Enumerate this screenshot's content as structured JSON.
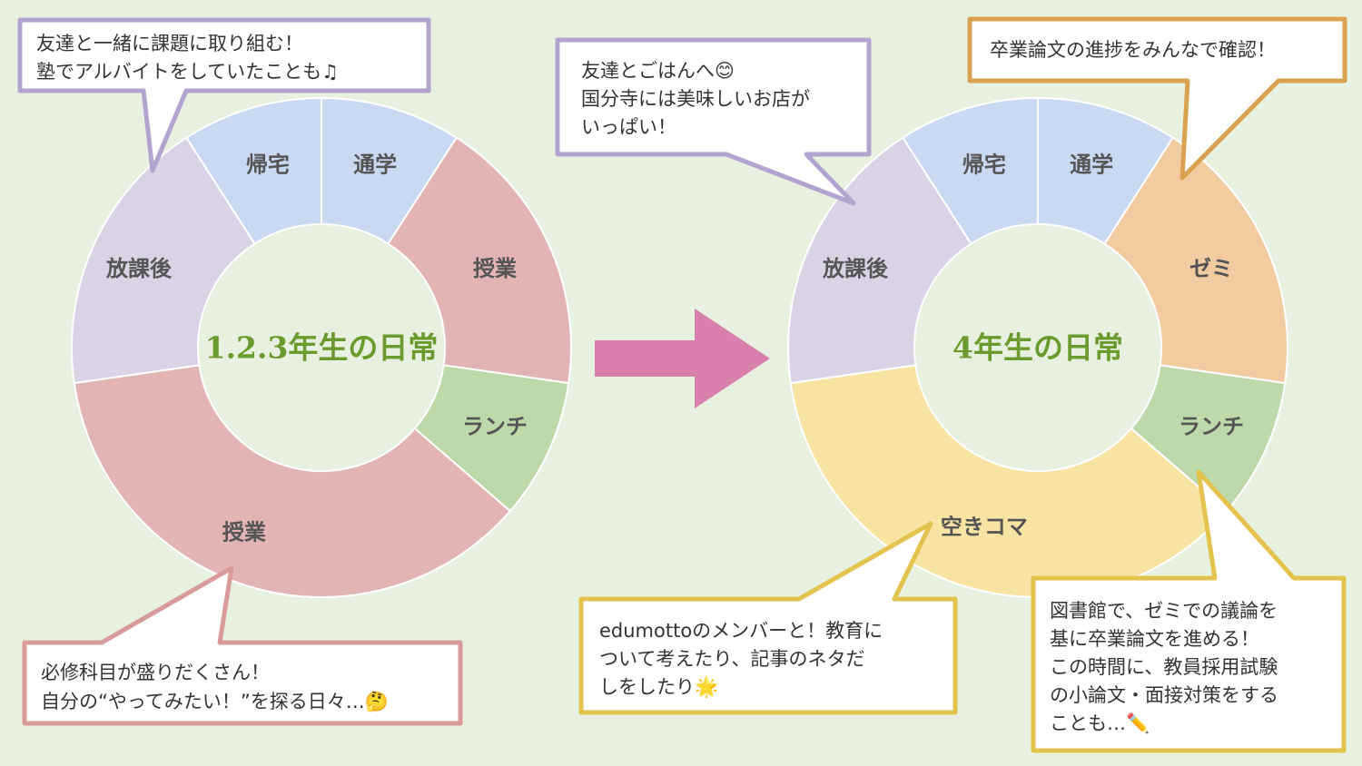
{
  "colors": {
    "background": "#e8f1df",
    "commute": "#c9d9f2",
    "home": "#c9d9f2",
    "class": "#e3b4b4",
    "lunch": "#bdd8a9",
    "after_school": "#dad3e6",
    "seminar": "#f2cba1",
    "free_period": "#f8e4a2",
    "arrow": "#d97fac",
    "purple_border": "#b3a4cf",
    "pink_border": "#d99a9a",
    "orange_border": "#d9a251",
    "yellow_border": "#e3c24e",
    "title_green": "#6b9a2e"
  },
  "chart_data": [
    {
      "type": "pie",
      "title": "1.2.3年生の日常",
      "categories": [
        "通学",
        "授業",
        "ランチ",
        "授業",
        "放課後",
        "帰宅"
      ],
      "values": [
        2,
        4,
        2,
        8,
        4,
        2
      ],
      "start_angle_deg": 0,
      "colors": [
        "#c9d9f2",
        "#e3b4b4",
        "#bdd8a9",
        "#e3b4b4",
        "#dad3e6",
        "#c9d9f2"
      ]
    },
    {
      "type": "pie",
      "title": "4年生の日常",
      "categories": [
        "通学",
        "ゼミ",
        "ランチ",
        "空きコマ",
        "放課後",
        "帰宅"
      ],
      "values": [
        2,
        4,
        2,
        8,
        4,
        2
      ],
      "start_angle_deg": 0,
      "colors": [
        "#c9d9f2",
        "#f2cba1",
        "#bdd8a9",
        "#f8e4a2",
        "#dad3e6",
        "#c9d9f2"
      ]
    }
  ],
  "bubbles": {
    "b1": {
      "lines": [
        "友達と一緒に課題に取り組む！",
        "塾でアルバイトをしていたことも♫"
      ]
    },
    "b2": {
      "lines": [
        "必修科目が盛りだくさん！",
        "自分の“やってみたい！”を探る日々…🤔"
      ]
    },
    "b3": {
      "lines": [
        "友達とごはんへ😊",
        "国分寺には美味しいお店が",
        "いっぱい！"
      ]
    },
    "b4": {
      "lines": [
        "卒業論文の進捗をみんなで確認！"
      ]
    },
    "b5": {
      "lines": [
        "edumottoのメンバーと！教育に",
        "ついて考えたり、記事のネタだ",
        "しをしたり🌟"
      ]
    },
    "b6": {
      "lines": [
        "図書館で、ゼミでの議論を",
        "基に卒業論文を進める！",
        "この時間に、教員採用試験",
        "の小論文・面接対策をする",
        "ことも…✏️"
      ]
    }
  }
}
